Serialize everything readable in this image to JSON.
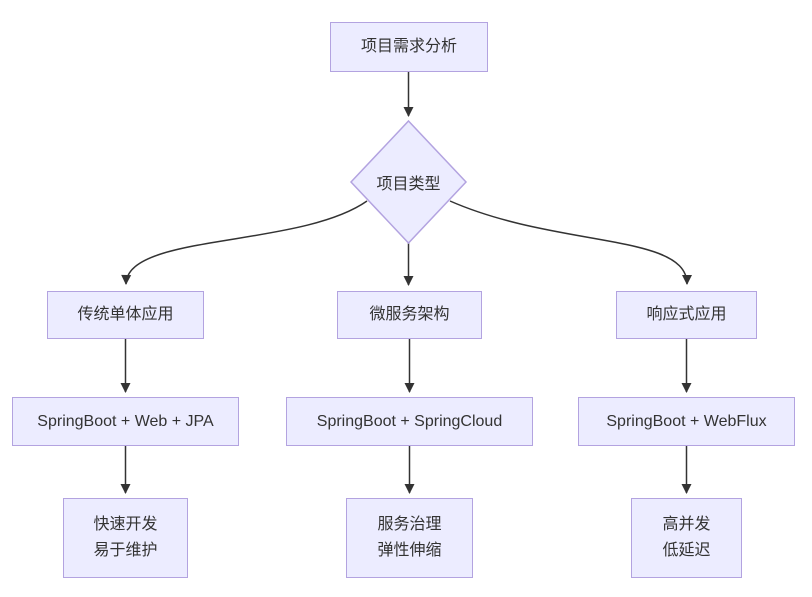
{
  "diagram": {
    "type": "flowchart",
    "colors": {
      "background": "#ffffff",
      "node_fill": "#ECECFF",
      "node_border": "#b3a3e0",
      "edge_color": "#333333",
      "text_color": "#333333"
    },
    "root": {
      "label": "项目需求分析"
    },
    "decision": {
      "label": "项目类型"
    },
    "columns": [
      {
        "type_label": "传统单体应用",
        "stack_label": "SpringBoot + Web + JPA",
        "benefit_line1": "快速开发",
        "benefit_line2": "易于维护"
      },
      {
        "type_label": "微服务架构",
        "stack_label": "SpringBoot + SpringCloud",
        "benefit_line1": "服务治理",
        "benefit_line2": "弹性伸缩"
      },
      {
        "type_label": "响应式应用",
        "stack_label": "SpringBoot + WebFlux",
        "benefit_line1": "高并发",
        "benefit_line2": "低延迟"
      }
    ]
  }
}
